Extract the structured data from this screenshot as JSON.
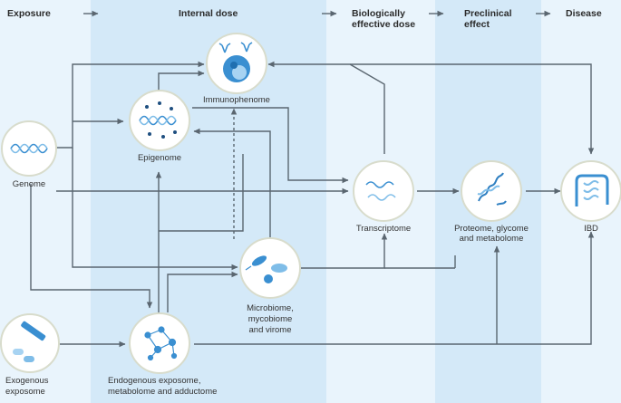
{
  "stages": {
    "exposure": "Exposure",
    "internal_dose": "Internal dose",
    "biologically_effective_dose_line1": "Biologically",
    "biologically_effective_dose_line2": "effective dose",
    "preclinical_effect_line1": "Preclinical",
    "preclinical_effect_line2": "effect",
    "disease": "Disease"
  },
  "nodes": {
    "immunophenome": {
      "label": "Immunophenome",
      "icon": "immune-cell-icon"
    },
    "epigenome": {
      "label": "Epigenome",
      "icon": "methylated-dna-icon"
    },
    "genome": {
      "label": "Genome",
      "icon": "dna-helix-icon"
    },
    "transcriptome": {
      "label": "Transcriptome",
      "icon": "rna-strand-icon"
    },
    "proteome": {
      "label_line1": "Proteome, glycome",
      "label_line2": "and metabolome",
      "icon": "protein-structure-icon"
    },
    "ibd": {
      "label": "IBD",
      "icon": "intestine-icon"
    },
    "microbiome": {
      "label_line1": "Microbiome,",
      "label_line2": "mycobiome",
      "label_line3": "and virome",
      "icon": "microbes-icon"
    },
    "exogenous": {
      "label_line1": "Exogenous",
      "label_line2": "exposome",
      "icon": "pills-cigarette-icon"
    },
    "endogenous": {
      "label_line1": "Endogenous exposome,",
      "label_line2": "metabolome and adductome",
      "icon": "network-icon"
    }
  },
  "colors": {
    "band_light": "#e8f4fc",
    "band_mid": "#d5eaf8",
    "node_fill": "#ffffff",
    "node_ring": "#d9ddd0",
    "icon_blue": "#3a8fd1",
    "icon_light": "#a7d3f2",
    "arrow": "#5a6670"
  }
}
